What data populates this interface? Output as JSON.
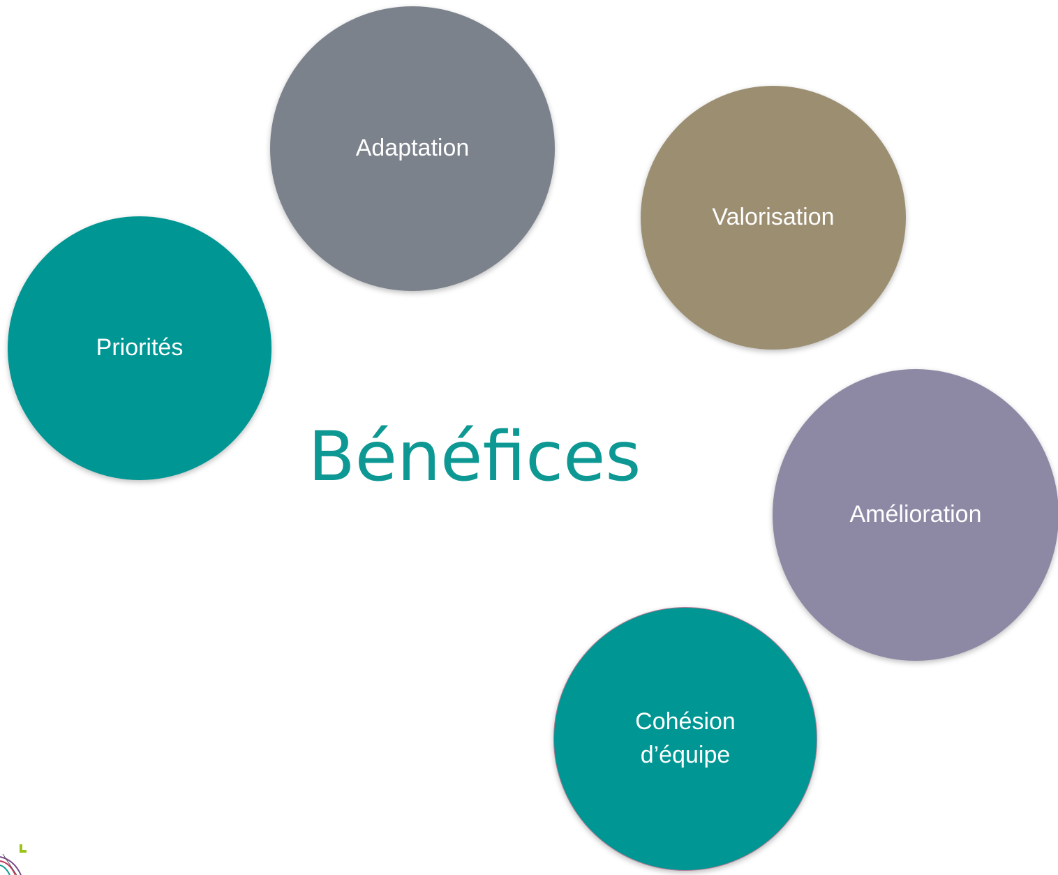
{
  "title": "Bénéfices",
  "colors": {
    "title": "#0d9893",
    "teal": "#009693",
    "slate": "#7c828c",
    "khaki": "#9c8f71",
    "lavender": "#8d89a5",
    "text_on_circle": "#ffffff"
  },
  "circles": [
    {
      "label": "Adaptation",
      "color": "#7c828c"
    },
    {
      "label": "Valorisation",
      "color": "#9c8f71"
    },
    {
      "label": "Priorités",
      "color": "#009693"
    },
    {
      "label": "Amélioration",
      "color": "#8d89a5"
    },
    {
      "label": "Cohésion\nd’équipe",
      "color": "#009693"
    }
  ],
  "logo": {
    "icon": "corner-logo-icon"
  }
}
